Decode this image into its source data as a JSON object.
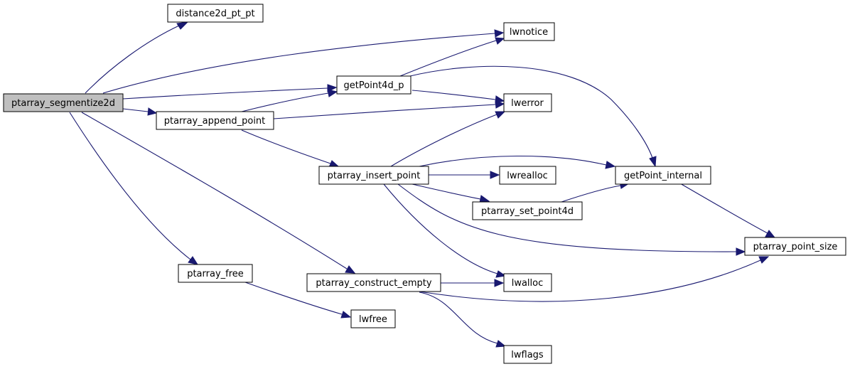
{
  "graph": {
    "nodes": {
      "ptarray_segmentize2d": "ptarray_segmentize2d",
      "distance2d_pt_pt": "distance2d_pt_pt",
      "lwnotice": "lwnotice",
      "getPoint4d_p": "getPoint4d_p",
      "lwerror": "lwerror",
      "ptarray_append_point": "ptarray_append_point",
      "ptarray_insert_point": "ptarray_insert_point",
      "lwrealloc": "lwrealloc",
      "getPoint_internal": "getPoint_internal",
      "ptarray_set_point4d": "ptarray_set_point4d",
      "ptarray_point_size": "ptarray_point_size",
      "ptarray_free": "ptarray_free",
      "ptarray_construct_empty": "ptarray_construct_empty",
      "lwalloc": "lwalloc",
      "lwfree": "lwfree",
      "lwflags": "lwflags"
    },
    "edges": [
      [
        "ptarray_segmentize2d",
        "distance2d_pt_pt"
      ],
      [
        "ptarray_segmentize2d",
        "lwnotice"
      ],
      [
        "ptarray_segmentize2d",
        "getPoint4d_p"
      ],
      [
        "ptarray_segmentize2d",
        "ptarray_append_point"
      ],
      [
        "ptarray_segmentize2d",
        "ptarray_free"
      ],
      [
        "ptarray_segmentize2d",
        "ptarray_construct_empty"
      ],
      [
        "getPoint4d_p",
        "lwnotice"
      ],
      [
        "getPoint4d_p",
        "lwerror"
      ],
      [
        "getPoint4d_p",
        "getPoint_internal"
      ],
      [
        "ptarray_append_point",
        "getPoint4d_p"
      ],
      [
        "ptarray_append_point",
        "lwerror"
      ],
      [
        "ptarray_append_point",
        "ptarray_insert_point"
      ],
      [
        "ptarray_insert_point",
        "lwerror"
      ],
      [
        "ptarray_insert_point",
        "lwrealloc"
      ],
      [
        "ptarray_insert_point",
        "getPoint_internal"
      ],
      [
        "ptarray_insert_point",
        "ptarray_set_point4d"
      ],
      [
        "ptarray_insert_point",
        "ptarray_point_size"
      ],
      [
        "ptarray_insert_point",
        "lwalloc"
      ],
      [
        "ptarray_set_point4d",
        "getPoint_internal"
      ],
      [
        "getPoint_internal",
        "ptarray_point_size"
      ],
      [
        "ptarray_free",
        "lwfree"
      ],
      [
        "ptarray_construct_empty",
        "lwalloc"
      ],
      [
        "ptarray_construct_empty",
        "ptarray_point_size"
      ],
      [
        "ptarray_construct_empty",
        "lwflags"
      ]
    ]
  }
}
